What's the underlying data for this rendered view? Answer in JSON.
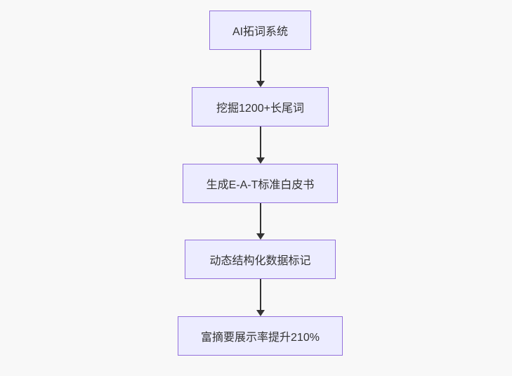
{
  "diagram": {
    "type": "flowchart",
    "direction": "top-down",
    "nodes": [
      {
        "label": "AI拓词系统"
      },
      {
        "label": "挖掘1200+长尾词"
      },
      {
        "label": "生成E-A-T标准白皮书"
      },
      {
        "label": "动态结构化数据标记"
      },
      {
        "label": "富摘要展示率提升210%"
      }
    ],
    "edges": [
      {
        "from": "AI拓词系统",
        "to": "挖掘1200+长尾词",
        "arrow": "down"
      },
      {
        "from": "挖掘1200+长尾词",
        "to": "生成E-A-T标准白皮书",
        "arrow": "down"
      },
      {
        "from": "生成E-A-T标准白皮书",
        "to": "动态结构化数据标记",
        "arrow": "down"
      },
      {
        "from": "动态结构化数据标记",
        "to": "富摘要展示率提升210%",
        "arrow": "down"
      }
    ],
    "colors": {
      "background": "#f8f8f8",
      "node_fill": "#ECECFF",
      "node_border": "#9370DB",
      "edge": "#333333",
      "text": "#333333"
    }
  }
}
